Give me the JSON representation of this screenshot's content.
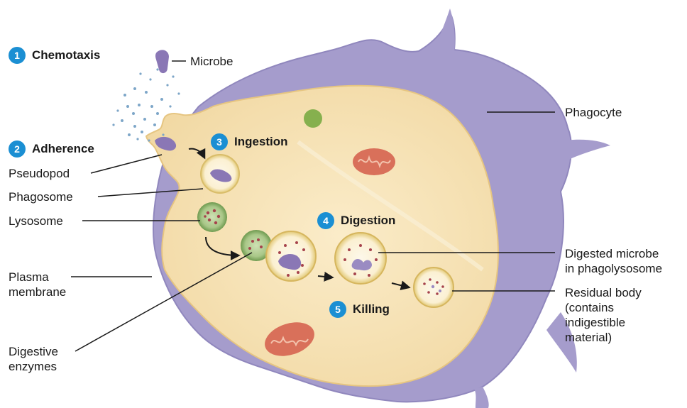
{
  "steps": [
    {
      "number": "1",
      "title": "Chemotaxis"
    },
    {
      "number": "2",
      "title": "Adherence"
    },
    {
      "number": "3",
      "title": "Ingestion"
    },
    {
      "number": "4",
      "title": "Digestion"
    },
    {
      "number": "5",
      "title": "Killing"
    }
  ],
  "labels": {
    "microbe": "Microbe",
    "phagocyte": "Phagocyte",
    "pseudopod": "Pseudopod",
    "phagosome": "Phagosome",
    "lysosome": "Lysosome",
    "plasma_membrane": [
      "Plasma",
      "membrane"
    ],
    "digestive_enzymes": [
      "Digestive",
      "enzymes"
    ],
    "digested_microbe": [
      "Digested microbe",
      "in phagolysosome"
    ],
    "residual_body": [
      "Residual body",
      "(contains",
      "indigestible",
      "material)"
    ]
  },
  "colors": {
    "badge": "#1b8fd3",
    "cell_outer": "#9f97c8",
    "cytoplasm": "#f4dfb0",
    "microbe": "#8a77b5",
    "lysosome": "#7aa85e",
    "mitochondrion": "#d9705a",
    "leader_line": "#1a1a1a"
  }
}
